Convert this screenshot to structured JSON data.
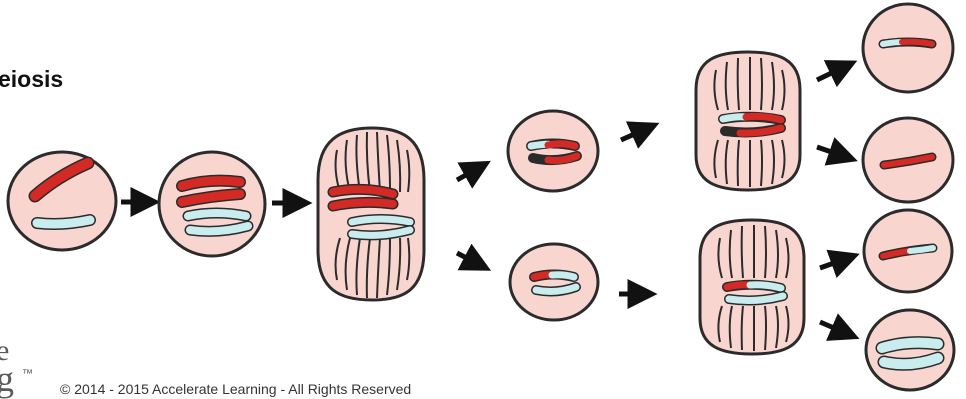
{
  "title": "eiosis",
  "logo": {
    "fragment_top": "e",
    "fragment_bottom": "g",
    "trademark": "™"
  },
  "copyright": "© 2014 - 2015 Accelerate Learning - All Rights Reserved",
  "colors": {
    "cell_fill": "#f9d5d0",
    "cell_stroke": "#2b2b2b",
    "chromosome_red": "#d32a25",
    "chromosome_cyan": "#c9ecee",
    "arrow": "#111111"
  }
}
